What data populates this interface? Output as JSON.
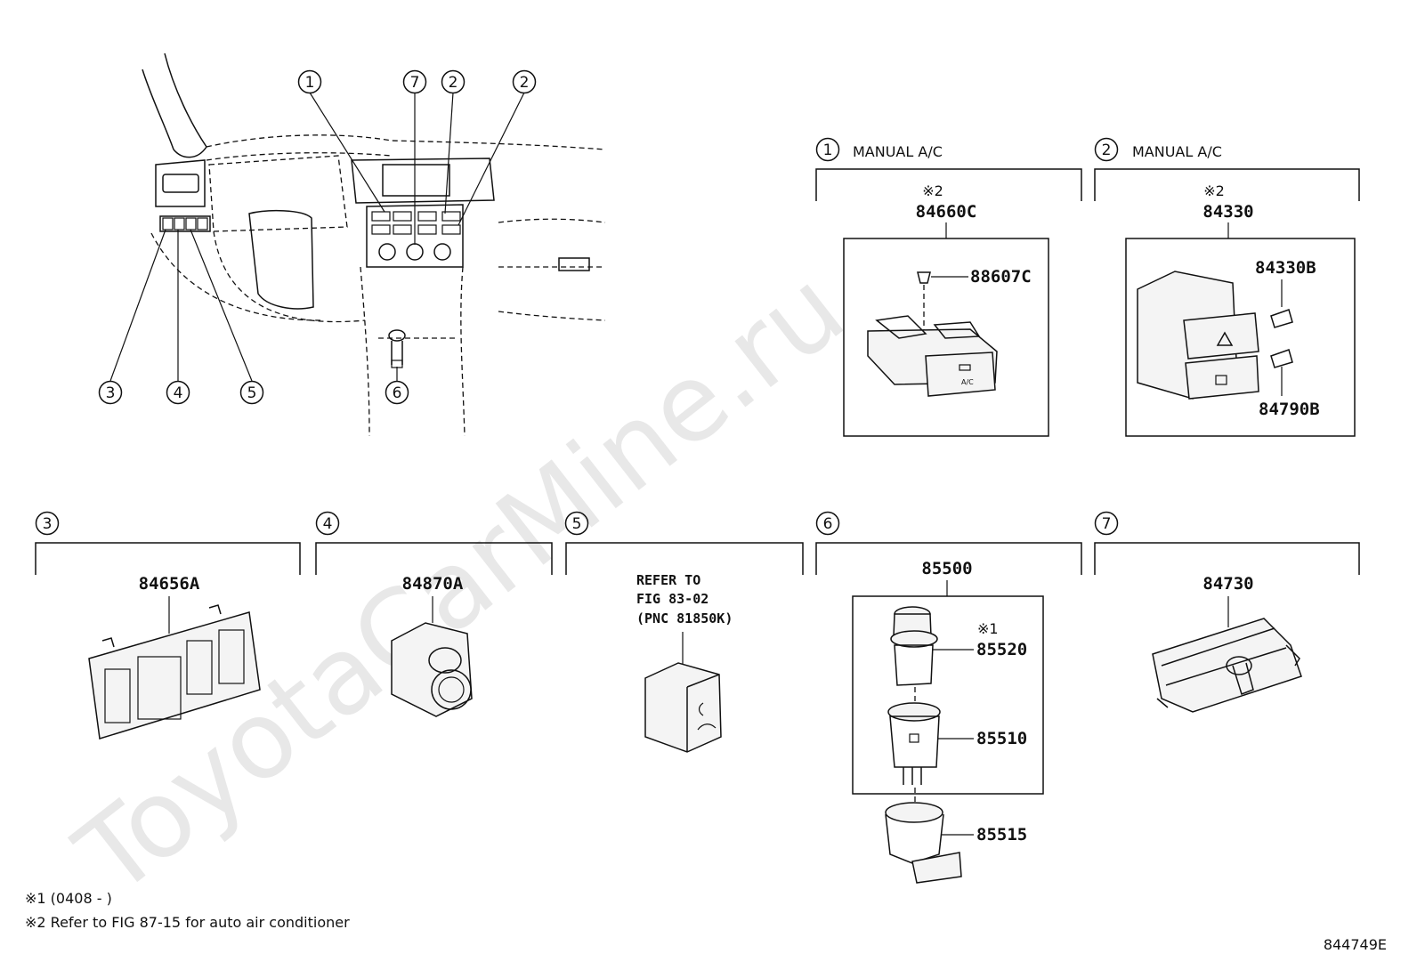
{
  "watermark": "ToyotaCarMine.ru",
  "overview_callouts": [
    "1",
    "7",
    "2",
    "2",
    "3",
    "4",
    "5",
    "6"
  ],
  "groups": {
    "g1": {
      "num": "1",
      "title": "MANUAL A/C",
      "note": "※2",
      "part": "84660C",
      "sub_parts": [
        "88607C"
      ]
    },
    "g2": {
      "num": "2",
      "title": "MANUAL A/C",
      "note": "※2",
      "part": "84330",
      "sub_parts": [
        "84330B",
        "84790B"
      ]
    },
    "g3": {
      "num": "3",
      "part": "84656A"
    },
    "g4": {
      "num": "4",
      "part": "84870A"
    },
    "g5": {
      "num": "5",
      "ref_lines": [
        "REFER TO",
        "FIG 83-02",
        "(PNC 81850K)"
      ]
    },
    "g6": {
      "num": "6",
      "part": "85500",
      "note": "※1",
      "sub_parts": [
        "85520",
        "85510",
        "85515"
      ]
    },
    "g7": {
      "num": "7",
      "part": "84730"
    }
  },
  "footnotes": [
    "※1 (0408 -        )",
    "※2 Refer to FIG 87-15 for auto air conditioner"
  ],
  "figure_id": "844749E",
  "icons": [
    "hazard-icon",
    "defroster-icon",
    "ac-icon",
    "light-icon"
  ]
}
